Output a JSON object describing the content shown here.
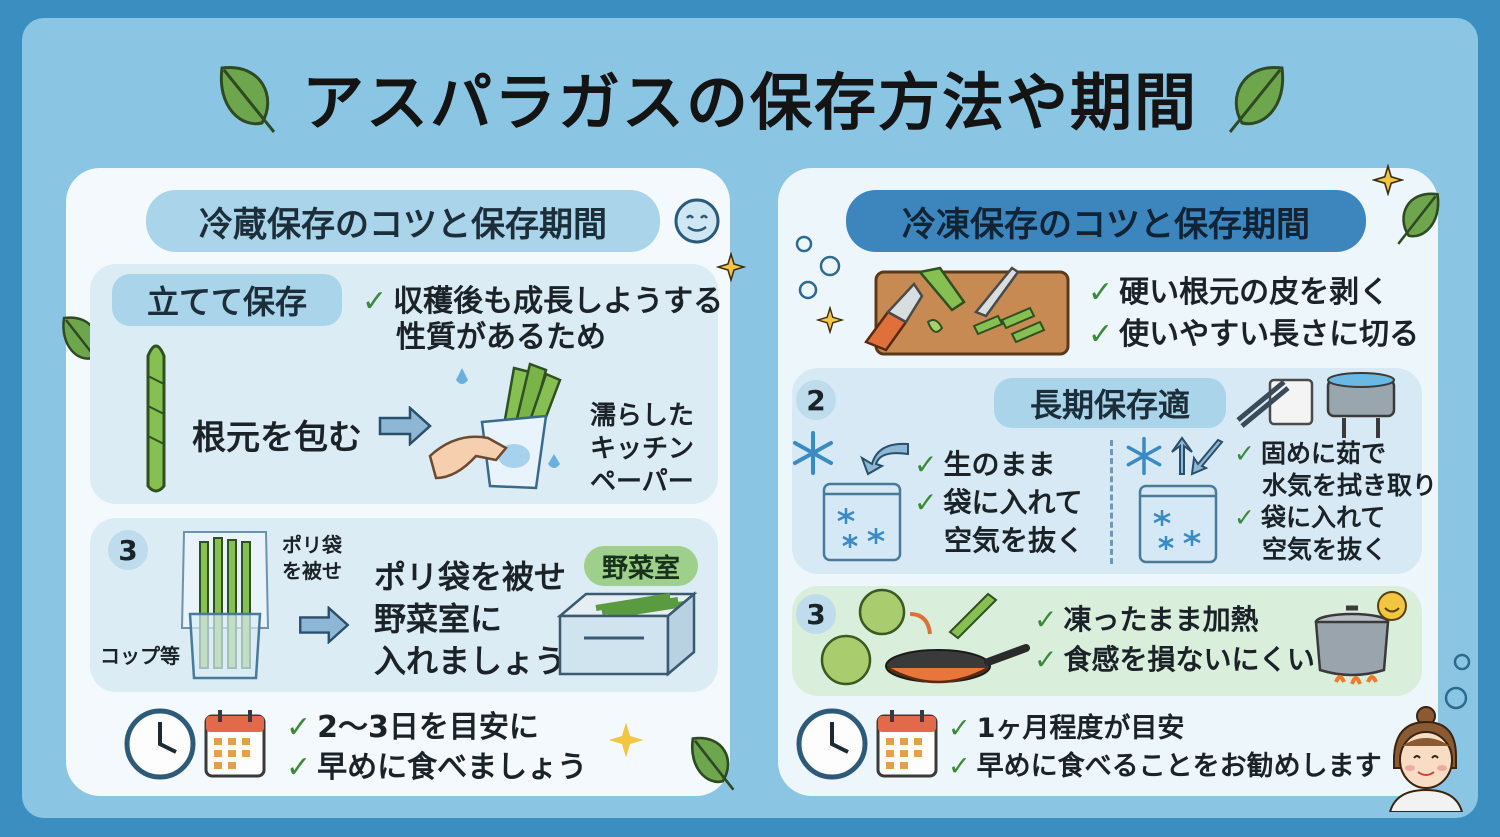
{
  "title": "アスパラガスの保存方法や期間",
  "left": {
    "header": "冷蔵保存のコツと保存期間",
    "section1": {
      "tag": "立てて保存",
      "note_line1": "収穫後も成長しようする",
      "note_line2": "性質があるため",
      "wrap_label": "根元を包む",
      "paper_line1": "濡らした",
      "paper_line2": "キッチン",
      "paper_line3": "ペーパー"
    },
    "section2": {
      "number": "3",
      "bag_line1": "ポリ袋",
      "bag_line2": "を被せ",
      "cup_label": "コップ等",
      "main_line1": "ポリ袋を被せ",
      "main_line2": "野菜室に",
      "main_line3": "入れましょう",
      "drawer_tag": "野菜室"
    },
    "footer": {
      "line1": "2〜3日を目安に",
      "line2": "早めに食べましょう"
    }
  },
  "right": {
    "header": "冷凍保存のコツと保存期間",
    "section1": {
      "line1": "硬い根元の皮を剥く",
      "line2": "使いやすい長さに切る"
    },
    "section2": {
      "number": "2",
      "tag": "長期保存適",
      "raw_line1": "生のまま",
      "raw_line2": "袋に入れて",
      "raw_line3": "空気を抜く",
      "boil_line1": "固めに茹で",
      "boil_line2": "水気を拭き取り",
      "boil_line3": "袋に入れて",
      "boil_line4": "空気を抜く"
    },
    "section3": {
      "number": "3",
      "line1": "凍ったまま加熱",
      "line2": "食感を損ないにくい"
    },
    "footer": {
      "line1": "1ヶ月程度が目安",
      "line2": "早めに食べることをお勧めします"
    }
  },
  "colors": {
    "background": "#3a8ec0",
    "frame": "#8ac6e4",
    "check": "#3a8a3a",
    "header_right": "#3d86bd"
  }
}
